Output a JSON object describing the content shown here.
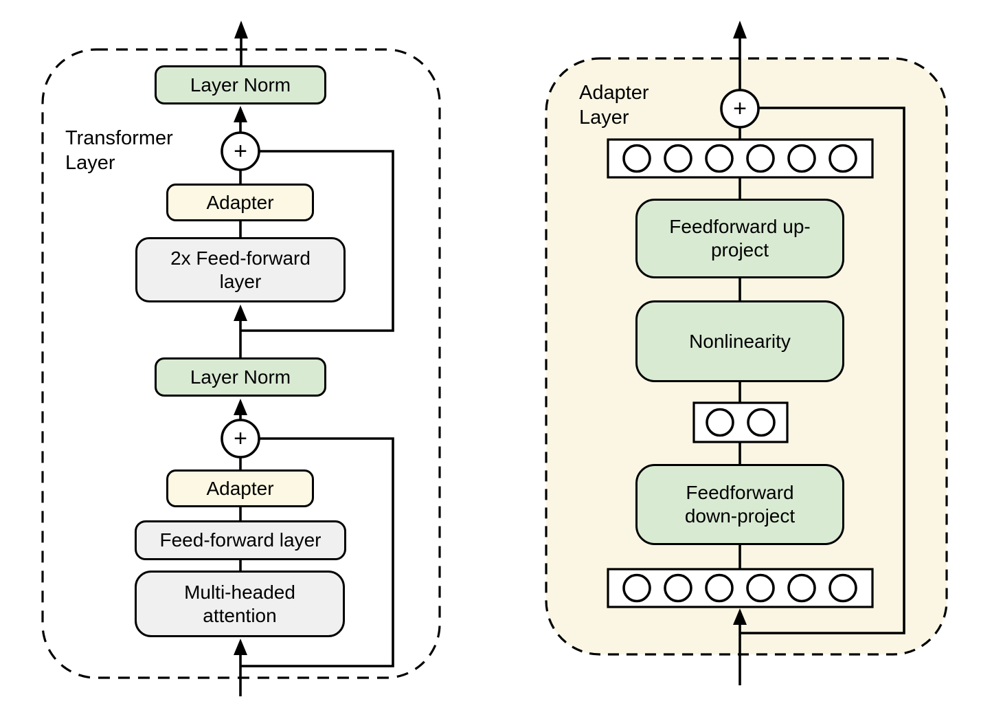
{
  "left_panel": {
    "label": "Transformer Layer",
    "layer_norm_top": "Layer Norm",
    "plus_top": "+",
    "adapter_top": "Adapter",
    "feed_forward_2x": "2x Feed-forward layer",
    "layer_norm_bottom": "Layer Norm",
    "plus_bottom": "+",
    "adapter_bottom": "Adapter",
    "feed_forward": "Feed-forward layer",
    "multi_headed_attention": "Multi-headed attention"
  },
  "right_panel": {
    "label": "Adapter Layer",
    "plus": "+",
    "feedforward_up": "Feedforward up-project",
    "nonlinearity": "Nonlinearity",
    "feedforward_down": "Feedforward down-project",
    "top_vector_units": 6,
    "bottleneck_units": 2,
    "bottom_vector_units": 6
  },
  "colors": {
    "box_green": "#d9ead3",
    "box_yellow": "#fcf8e3",
    "box_gray": "#f0f0f0",
    "adapter_panel_bg": "#fbf6e3",
    "stroke": "#000000"
  }
}
